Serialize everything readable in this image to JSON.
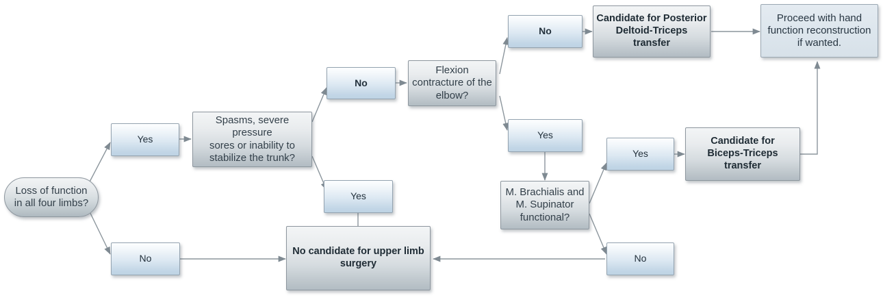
{
  "diagram": {
    "title": "Upper limb surgery decision flowchart for tetraplegia",
    "type": "flowchart",
    "colors": {
      "yes_no_box_fill": "#cfdeeb",
      "question_box_fill": "#d5dbdf",
      "outcome_box_fill": "#dde6ed",
      "edge_stroke": "#7f8a92",
      "text": "#2b3a46"
    },
    "nodes": [
      {
        "id": "start",
        "label": "Loss of function\nin all four limbs?",
        "shape": "terminator",
        "style": "gray"
      },
      {
        "id": "yes1",
        "label": "Yes",
        "shape": "rect",
        "style": "blue"
      },
      {
        "id": "no1",
        "label": "No",
        "shape": "rect",
        "style": "blue"
      },
      {
        "id": "spasms",
        "label": "Spasms, severe pressure\nsores or inability to\nstabilize the trunk?",
        "shape": "rect",
        "style": "gray"
      },
      {
        "id": "no2",
        "label": "No",
        "shape": "rect",
        "style": "blue",
        "bold": true
      },
      {
        "id": "yes2",
        "label": "Yes",
        "shape": "rect",
        "style": "blue"
      },
      {
        "id": "flexion",
        "label": "Flexion\ncontracture of the\nelbow?",
        "shape": "rect",
        "style": "gray"
      },
      {
        "id": "no3",
        "label": "No",
        "shape": "rect",
        "style": "blue",
        "bold": true
      },
      {
        "id": "yes3",
        "label": "Yes",
        "shape": "rect",
        "style": "blue"
      },
      {
        "id": "posterior",
        "label": "Candidate for Posterior\nDeltoid-Triceps\ntransfer",
        "shape": "rect",
        "style": "gray",
        "bold": true
      },
      {
        "id": "proceed",
        "label": "Proceed with hand\nfunction reconstruction\nif wanted.",
        "shape": "rect",
        "style": "flatblue"
      },
      {
        "id": "brachialis",
        "label": "M. Brachialis and\nM. Supinator\nfunctional?",
        "shape": "rect",
        "style": "gray"
      },
      {
        "id": "yes4",
        "label": "Yes",
        "shape": "rect",
        "style": "blue"
      },
      {
        "id": "no4",
        "label": "No",
        "shape": "rect",
        "style": "blue"
      },
      {
        "id": "biceps",
        "label": "Candidate for\nBiceps-Triceps\ntransfer",
        "shape": "rect",
        "style": "gray",
        "bold": true
      },
      {
        "id": "nocandidate",
        "label": "No candidate for upper limb\nsurgery",
        "shape": "rect",
        "style": "gray",
        "bold": true
      }
    ],
    "edges": [
      {
        "from": "start",
        "to": "yes1"
      },
      {
        "from": "start",
        "to": "no1"
      },
      {
        "from": "yes1",
        "to": "spasms"
      },
      {
        "from": "spasms",
        "to": "no2"
      },
      {
        "from": "spasms",
        "to": "yes2"
      },
      {
        "from": "no2",
        "to": "flexion"
      },
      {
        "from": "yes2",
        "to": "nocandidate"
      },
      {
        "from": "no1",
        "to": "nocandidate"
      },
      {
        "from": "flexion",
        "to": "no3"
      },
      {
        "from": "flexion",
        "to": "yes3"
      },
      {
        "from": "no3",
        "to": "posterior"
      },
      {
        "from": "posterior",
        "to": "proceed"
      },
      {
        "from": "yes3",
        "to": "brachialis"
      },
      {
        "from": "brachialis",
        "to": "yes4"
      },
      {
        "from": "brachialis",
        "to": "no4"
      },
      {
        "from": "yes4",
        "to": "biceps"
      },
      {
        "from": "biceps",
        "to": "proceed"
      },
      {
        "from": "no4",
        "to": "nocandidate"
      }
    ]
  },
  "labels": {
    "start": "Loss of function\nin all four limbs?",
    "yes1": "Yes",
    "no1": "No",
    "spasms": "Spasms, severe pressure\nsores or inability to\nstabilize the trunk?",
    "no2": "No",
    "yes2": "Yes",
    "flexion": "Flexion\ncontracture of the\nelbow?",
    "no3": "No",
    "yes3": "Yes",
    "posterior": "Candidate for Posterior\nDeltoid-Triceps\ntransfer",
    "proceed": "Proceed with hand\nfunction reconstruction\nif wanted.",
    "brachialis": "M. Brachialis and\nM. Supinator\nfunctional?",
    "yes4": "Yes",
    "no4": "No",
    "biceps": "Candidate for\nBiceps-Triceps\ntransfer",
    "nocandidate": "No candidate for upper limb\nsurgery"
  }
}
